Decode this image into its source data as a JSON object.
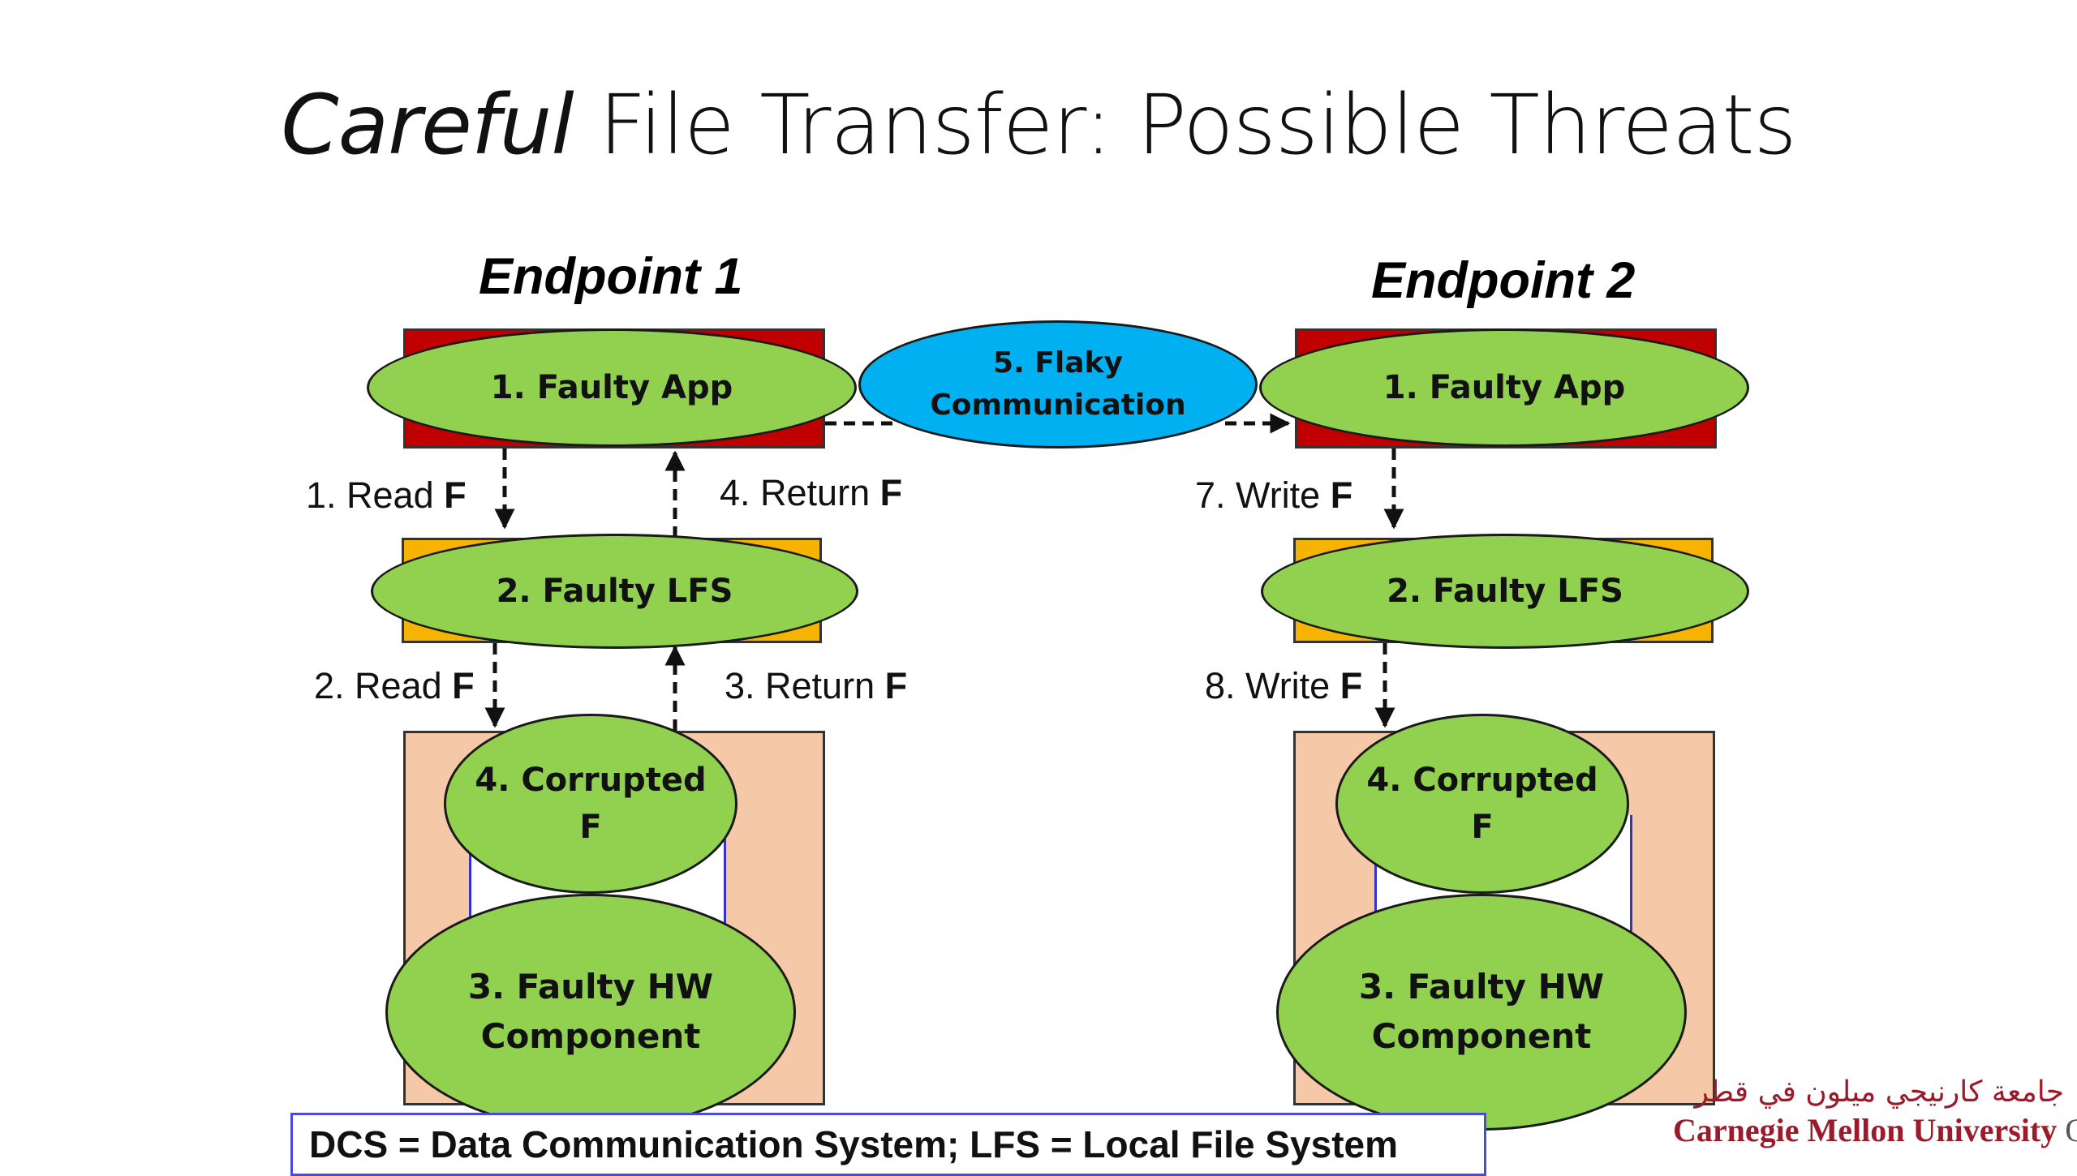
{
  "title": {
    "italic": "Careful",
    "rest": " File Transfer: Possible Threats"
  },
  "endpoint1": {
    "title": "Endpoint 1",
    "app": "1. Faulty App",
    "lfs": "2. Faulty LFS",
    "corrupted": [
      "4. Corrupted",
      "F"
    ],
    "hw": [
      "3. Faulty HW",
      "Component"
    ]
  },
  "endpoint2": {
    "title": "Endpoint 2",
    "app": "1. Faulty App",
    "lfs": "2. Faulty LFS",
    "corrupted": [
      "4. Corrupted",
      "F"
    ],
    "hw": [
      "3. Faulty HW",
      "Component"
    ]
  },
  "flaky": [
    "5. Flaky",
    "Communication"
  ],
  "labels": {
    "read1": {
      "text": "1. Read ",
      "bold": "F"
    },
    "return4": {
      "text": "4. Return ",
      "bold": "F"
    },
    "read2": {
      "text": "2. Read ",
      "bold": "F"
    },
    "return3": {
      "text": "3. Return ",
      "bold": "F"
    },
    "write7": {
      "text": "7. Write ",
      "bold": "F"
    },
    "write8": {
      "text": "8. Write ",
      "bold": "F"
    }
  },
  "legend": "DCS = Data Communication System; LFS = Local File System",
  "logo": {
    "arabic": "جامعة كارنيجي ميلون في قطر",
    "cmu": "Carnegie Mellon University",
    "qatar": " Qatar"
  },
  "colors": {
    "app_box": "#c00000",
    "lfs_box": "#f6b400",
    "hw_box": "#f5c8a8",
    "ellipse_green": "#92d050",
    "ellipse_blue": "#00b0f0",
    "cylinder_stroke": "#3333cc"
  }
}
